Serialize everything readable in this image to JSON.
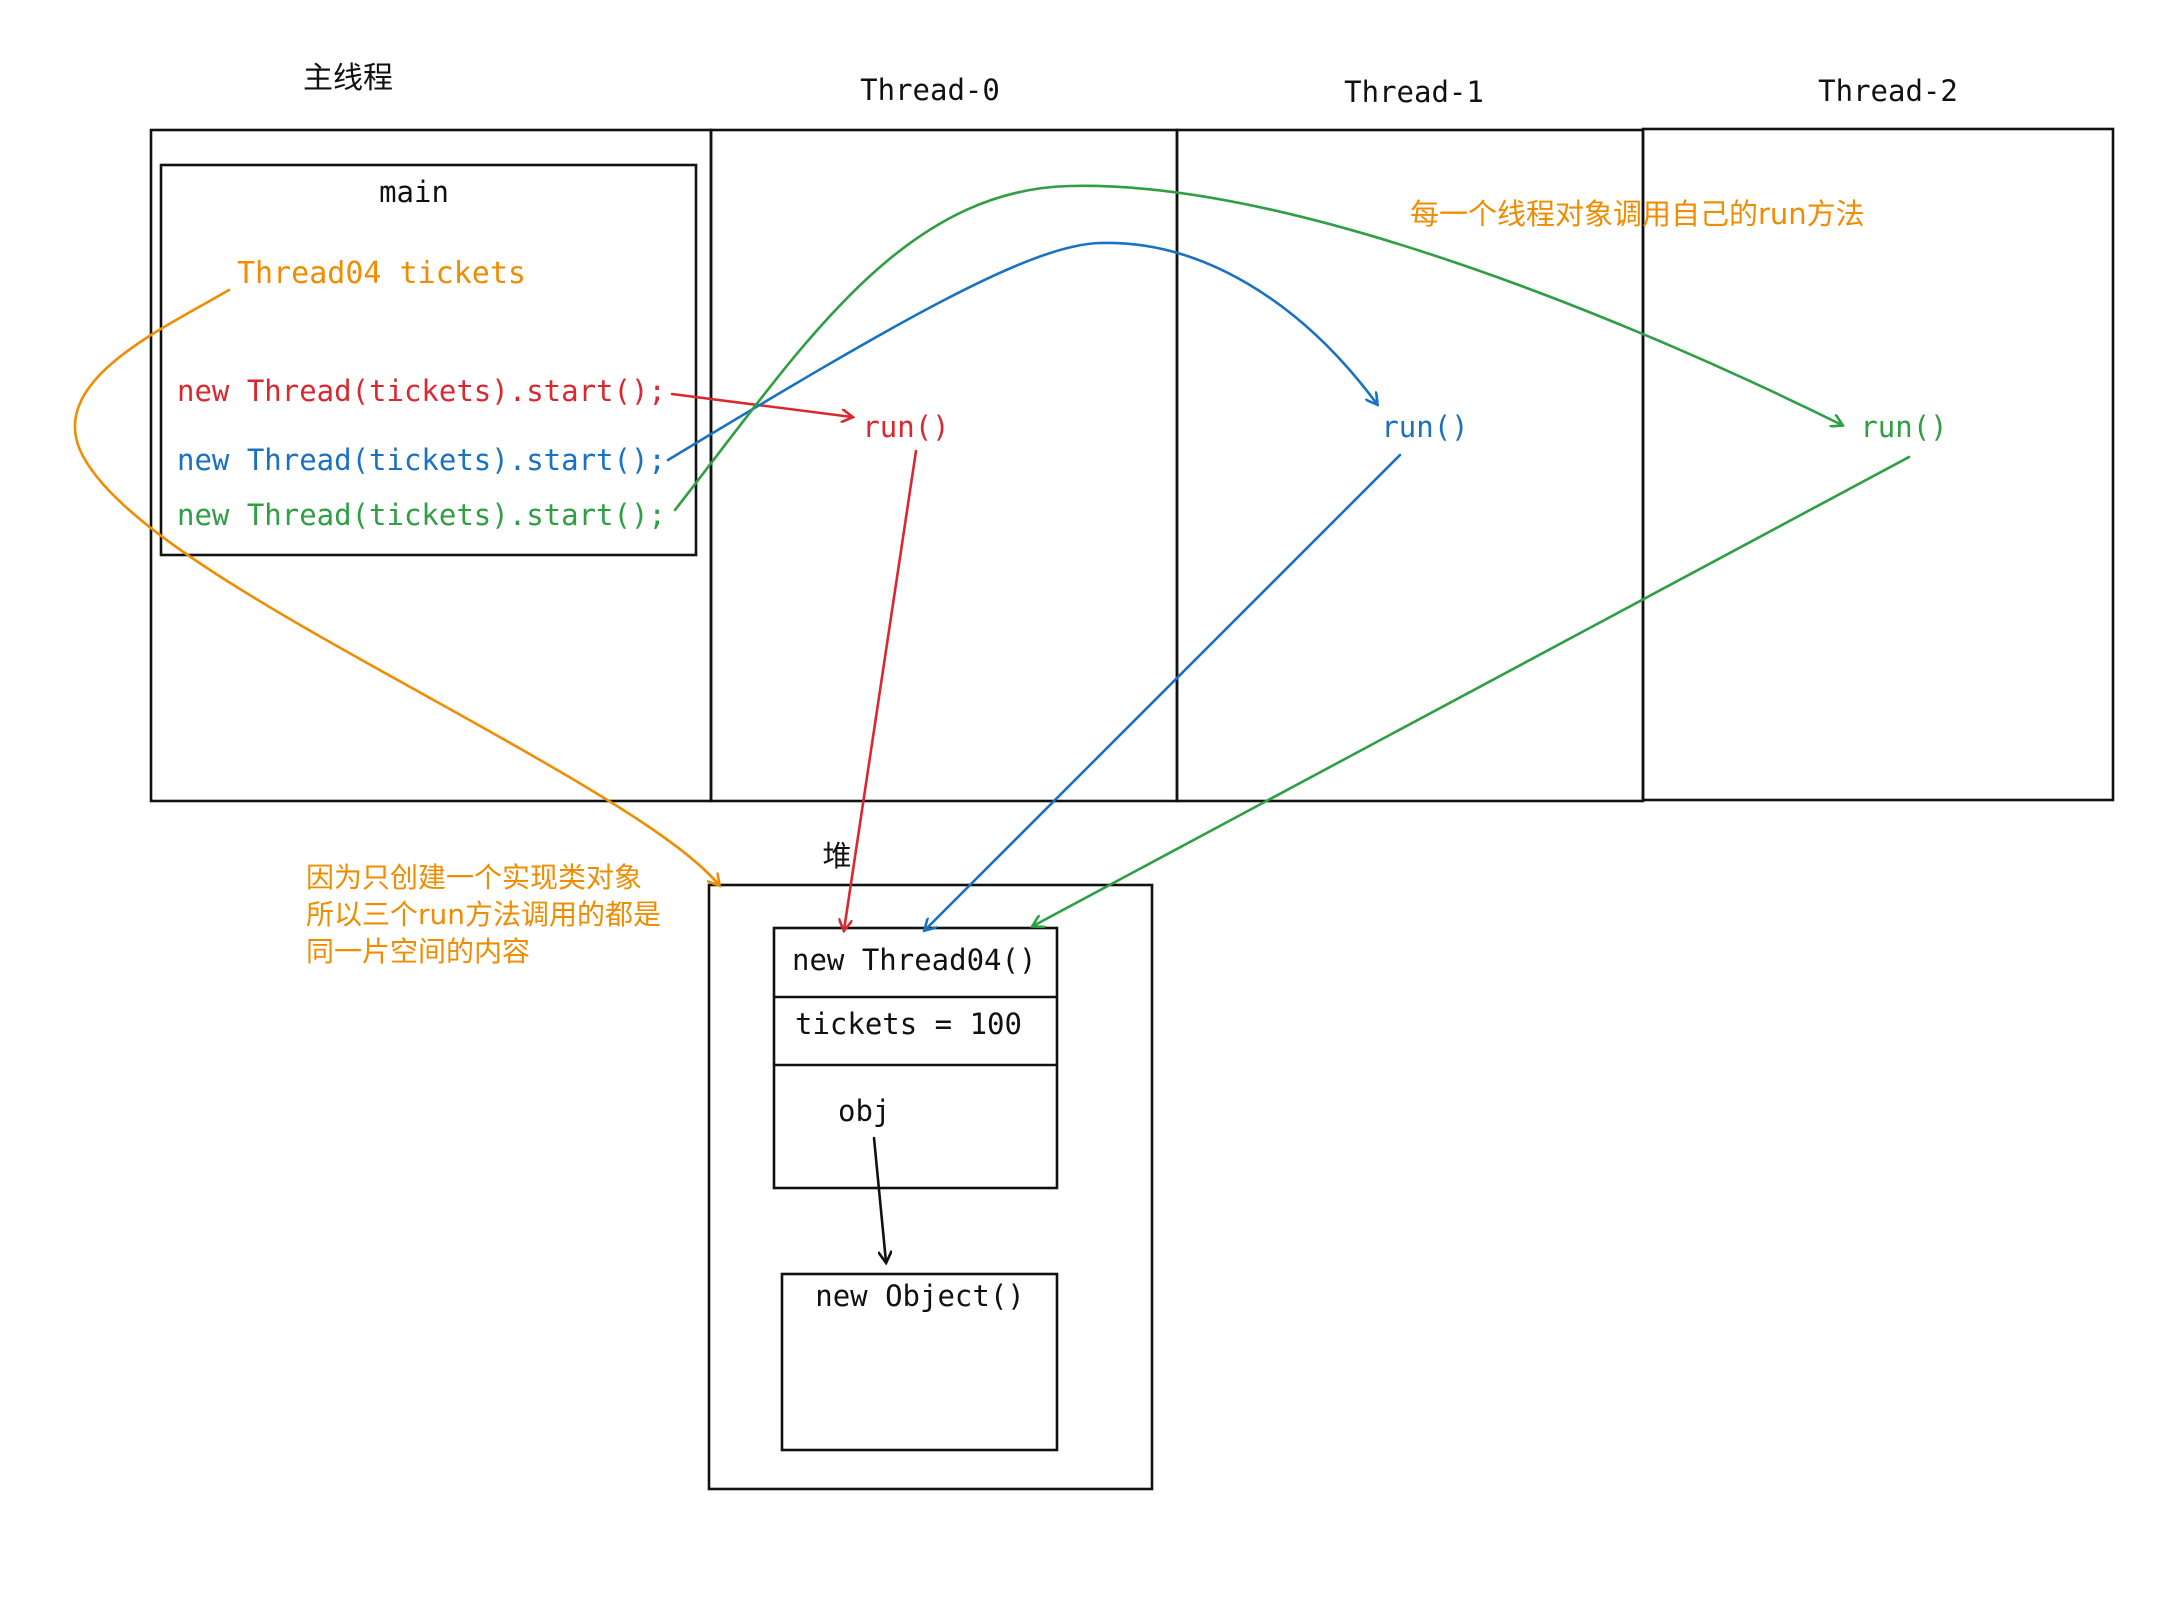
{
  "colors": {
    "red": "#d9282f",
    "blue": "#1971c2",
    "green": "#2f9e44",
    "orange": "#f08c00",
    "black": "#111111"
  },
  "columns": {
    "main_thread": "主线程",
    "thread0": "Thread-0",
    "thread1": "Thread-1",
    "thread2": "Thread-2"
  },
  "main_frame": {
    "label": "main",
    "var_line": "Thread04 tickets",
    "calls": [
      "new Thread(tickets).start();",
      "new Thread(tickets).start();",
      "new Thread(tickets).start();"
    ]
  },
  "run_labels": [
    "run()",
    "run()",
    "run()"
  ],
  "notes": {
    "top": "每一个线程对象调用自己的run方法",
    "left": [
      "因为只创建一个实现类对象",
      "所以三个run方法调用的都是",
      "同一片空间的内容"
    ]
  },
  "heap": {
    "label": "堆",
    "object_header": "new Thread04()",
    "field": "tickets = 100",
    "obj_field": "obj",
    "inner_object": "new Object()"
  }
}
